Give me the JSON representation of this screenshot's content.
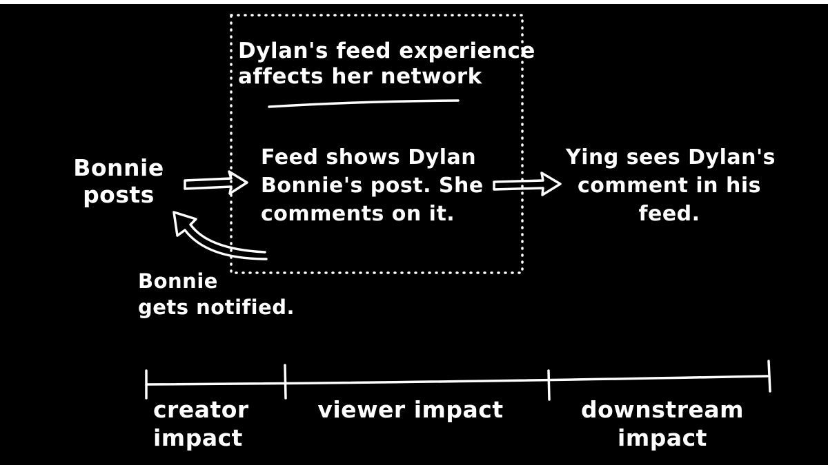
{
  "box": {
    "title_line1": "Dylan's feed experience",
    "title_line2": "affects her network"
  },
  "nodes": {
    "bonnie_posts": {
      "line1": "Bonnie",
      "line2": "posts"
    },
    "feed_shows": {
      "line1": "Feed shows Dylan",
      "line2": "Bonnie's post. She",
      "line3": "comments on it."
    },
    "ying_sees": {
      "line1": "Ying sees Dylan's",
      "line2": "comment in his",
      "line3": "feed."
    },
    "bonnie_notified": {
      "line1": "Bonnie",
      "line2": "gets notified."
    }
  },
  "timeline": {
    "segments": [
      {
        "line1": "creator",
        "line2": "impact"
      },
      {
        "line1": "viewer impact"
      },
      {
        "line1": "downstream",
        "line2": "impact"
      }
    ]
  },
  "colors": {
    "background": "#000000",
    "ink": "#ffffff"
  }
}
